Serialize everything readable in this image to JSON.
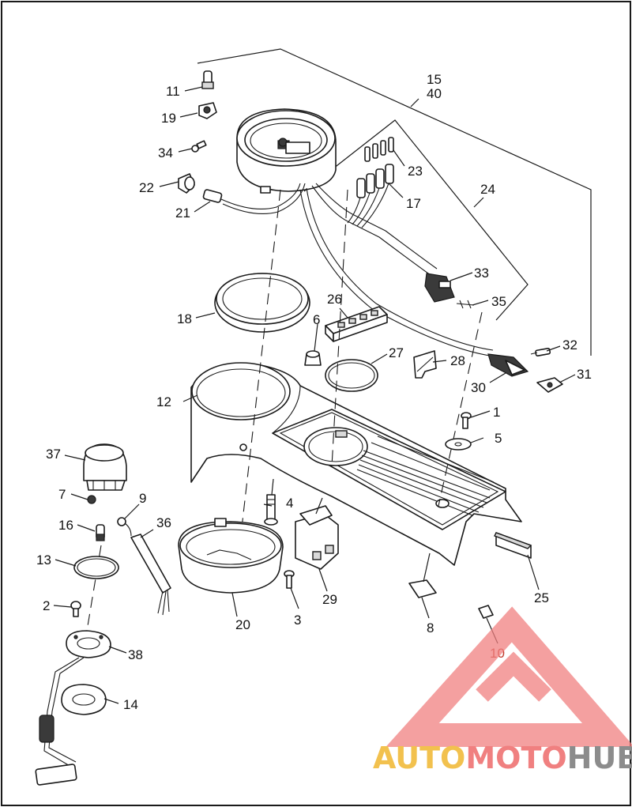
{
  "diagram": {
    "callouts": {
      "c1": "1",
      "c2": "2",
      "c3": "3",
      "c4": "4",
      "c5": "5",
      "c6": "6",
      "c7": "7",
      "c8": "8",
      "c9": "9",
      "c10": "10",
      "c11": "11",
      "c12": "12",
      "c13": "13",
      "c14": "14",
      "c15": "15",
      "c16": "16",
      "c17": "17",
      "c18": "18",
      "c19": "19",
      "c20": "20",
      "c21": "21",
      "c22": "22",
      "c23": "23",
      "c24": "24",
      "c25": "25",
      "c26": "26",
      "c27": "27",
      "c28": "28",
      "c29": "29",
      "c30": "30",
      "c31": "31",
      "c32": "32",
      "c33": "33",
      "c34": "34",
      "c35": "35",
      "c36": "36",
      "c37": "37",
      "c38": "38",
      "c40": "40"
    }
  },
  "watermark": {
    "word_a": "AUTO",
    "word_b": "MOTO",
    "word_c": "HUB",
    "colors": {
      "auto": "#f2c14e",
      "moto": "#f08080",
      "hub": "#8c8c8c"
    }
  }
}
